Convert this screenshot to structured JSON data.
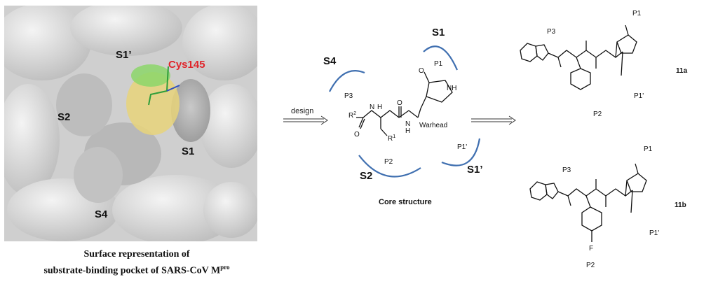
{
  "surface": {
    "pockets": [
      "S1’",
      "S2",
      "S1",
      "S4"
    ],
    "residue": "Cys145",
    "residue_color": "#e0242a",
    "caption_line1": "Surface representation of",
    "caption_line2": "substrate-binding pocket of SARS-CoV M",
    "caption_sup": "pro"
  },
  "design": {
    "arrow_label": "design",
    "subsites": [
      "S1",
      "S4",
      "S2",
      "S1’"
    ],
    "residue_labels": [
      "P1",
      "P3",
      "P2",
      "P1'"
    ],
    "groups": {
      "r2": "R",
      "r2_sup": "2",
      "r1": "R",
      "r1_sup": "1",
      "warhead": "Warhead",
      "nh": "NH",
      "n": "N",
      "h": "H",
      "o": "O"
    },
    "caption": "Core structure",
    "arc_color": "#3f6fb0"
  },
  "compounds": [
    {
      "id": "11a",
      "labels": [
        "P1",
        "P3",
        "P1'",
        "P2"
      ]
    },
    {
      "id": "11b",
      "labels": [
        "P1",
        "P3",
        "P1'",
        "P2"
      ],
      "substituent": "F"
    }
  ]
}
